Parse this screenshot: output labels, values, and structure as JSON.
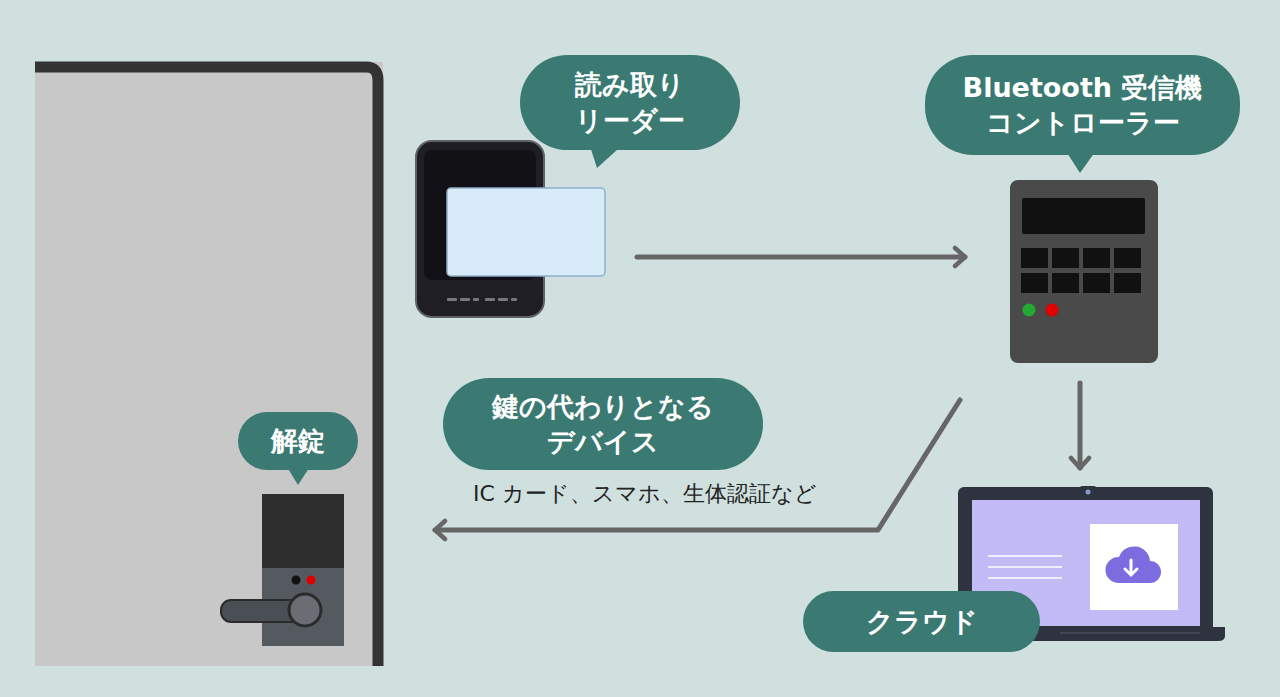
{
  "diagram": {
    "nodes": [
      {
        "text": [
          "読み取り リーダー"
        ]
      },
      {
        "text": [
          "Bluetooth 受信機 コントローラー"
        ]
      },
      {
        "text": [
          "クラウド"
        ]
      },
      {
        "text": [
          "解錠"
        ]
      }
    ],
    "edges": [
      {
        "from": 0,
        "to": 1,
        "arrow": "to"
      },
      {
        "from": 1,
        "to": 2,
        "arrow": "to"
      },
      {
        "from": 1,
        "to": 3,
        "arrow": "to",
        "label": "鍵の代わりとなる デバイス"
      }
    ],
    "labels": [
      "IC カード、スマホ、生体認証など"
    ]
  }
}
